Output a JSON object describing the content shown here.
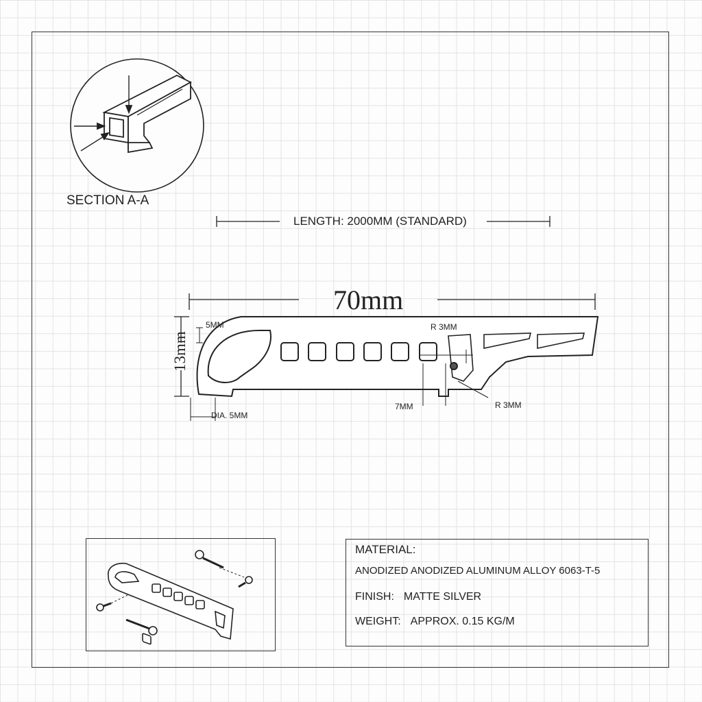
{
  "section": {
    "label": "SECTION A-A"
  },
  "length": {
    "label": "LENGTH: 2000MM (STANDARD)"
  },
  "dimensions": {
    "width": "70mm",
    "height": "13mm",
    "slot_depth": "5MM",
    "radius_top": "R 3MM",
    "slot_width": "7MM",
    "radius_bottom": "R 3MM",
    "hole_diameter": "DIA. 5MM"
  },
  "specs": {
    "material_label": "MATERIAL:",
    "material_value": "ANODIZED ANODIZED ALUMINUM ALLOY 6063-T-5",
    "finish_label": "FINISH:",
    "finish_value": "MATTE SILVER",
    "weight_label": "WEIGHT:",
    "weight_value": "APPROX. 0.15 KG/M"
  },
  "colors": {
    "line": "#222222",
    "grid": "#e3e3e3",
    "background": "#fdfdfd"
  }
}
